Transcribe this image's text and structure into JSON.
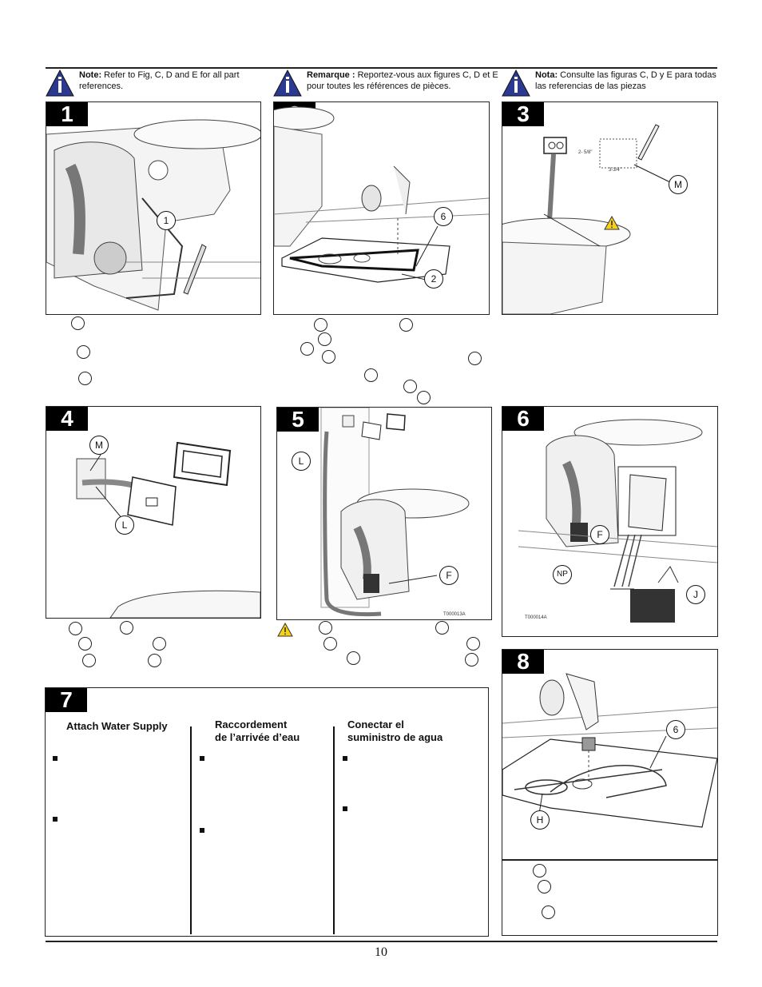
{
  "notes": [
    {
      "label": "Note:",
      "text": "Refer to Fig, C, D and E for all part references."
    },
    {
      "label": "Remarque :",
      "text": "Reportez-vous aux figures C, D et E pour toutes les références de pièces."
    },
    {
      "label": "Nota:",
      "text": "Consulte las figuras C, D y E para todas las referencias de las piezas"
    }
  ],
  "steps": {
    "s1": {
      "num": "1",
      "callouts": [
        "1"
      ]
    },
    "s2": {
      "num": "2",
      "callouts": [
        "6",
        "2"
      ]
    },
    "s3": {
      "num": "3",
      "callouts": [
        "M"
      ],
      "dim_w": "2- 5/8\"",
      "dim_h": "3-3/4\""
    },
    "s4": {
      "num": "4",
      "callouts": [
        "M",
        "L"
      ]
    },
    "s5": {
      "num": "5",
      "callouts": [
        "L",
        "F"
      ],
      "code": "T000013A"
    },
    "s6": {
      "num": "6",
      "callouts": [
        "F",
        "NP",
        "J"
      ],
      "code": "T000014A"
    },
    "s7": {
      "num": "7"
    },
    "s8": {
      "num": "8",
      "callouts": [
        "6",
        "H"
      ]
    }
  },
  "water_supply": {
    "en": "Attach Water Supply",
    "fr_1": "Raccordement",
    "fr_2": "de l’arrivée d’eau",
    "es_1": "Conectar el",
    "es_2": "suministro de agua"
  },
  "page_number": "10",
  "colors": {
    "note_icon": "#2b3990",
    "warning": "#f7d117"
  },
  "icons": [
    "note-icon",
    "warning-icon"
  ]
}
